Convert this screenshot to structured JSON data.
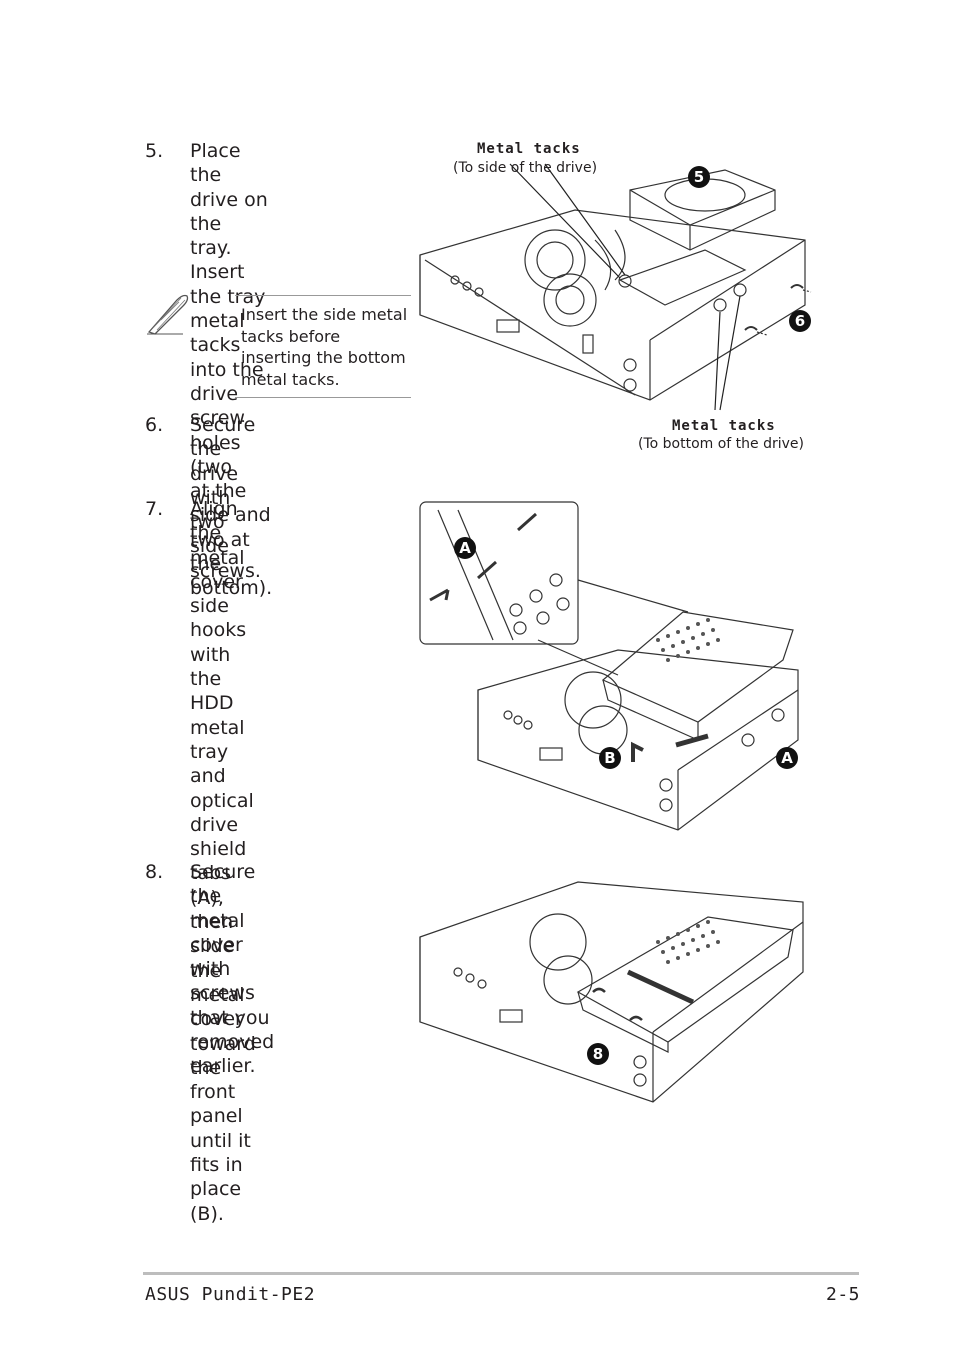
{
  "steps": [
    {
      "num": "5.",
      "text": "Place the drive on the\ntray. Insert the tray\nmetal tacks into the\ndrive screw holes (two\nat the side and two at\nthe bottom)."
    },
    {
      "num": "6.",
      "text": "Secure the drive with\ntwo side screws."
    },
    {
      "num": "7.",
      "text": "Align the metal cover\nside hooks with the HDD\nmetal tray and optical\ndrive shield tabs (A),\nthen slide the metal\ncover toward the front\npanel until it fits in place\n(B)."
    },
    {
      "num": "8.",
      "text": "Secure the metal cover\nwith screws that you\nremoved earlier."
    }
  ],
  "note": {
    "text": "Insert the side metal\ntacks before\ninserting the bottom\nmetal tacks.",
    "icon": "pencil-icon"
  },
  "figure1": {
    "label_top": "Metal tacks",
    "label_top_sub": "(To side of the drive)",
    "label_bottom": "Metal tacks",
    "label_bottom_sub": "(To bottom of the drive)",
    "badge_a": "5",
    "badge_b": "6"
  },
  "figure2": {
    "badge_a_inset": "A",
    "badge_b": "B",
    "badge_a": "A"
  },
  "figure3": {
    "badge": "8"
  },
  "footer": {
    "left": "ASUS Pundit-PE2",
    "right": "2-5"
  }
}
